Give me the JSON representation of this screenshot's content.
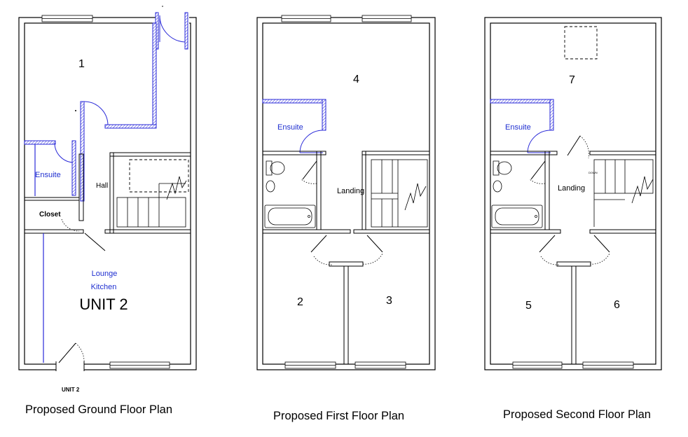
{
  "ground_floor": {
    "room_1": "1",
    "ensuite": "Ensuite",
    "hall": "Hall",
    "closet": "Closet",
    "lounge": "Lounge",
    "kitchen": "Kitchen",
    "unit_title": "UNIT 2",
    "unit_small": "UNIT 2",
    "caption": "Proposed Ground Floor Plan"
  },
  "first_floor": {
    "room_4": "4",
    "room_2": "2",
    "room_3": "3",
    "ensuite": "Ensuite",
    "landing": "Landing",
    "caption": "Proposed First Floor Plan"
  },
  "second_floor": {
    "room_7": "7",
    "room_5": "5",
    "room_6": "6",
    "ensuite": "Ensuite",
    "landing": "Landing",
    "stair_note": "DOWN",
    "caption": "Proposed Second Floor Plan"
  },
  "colors": {
    "partition_blue": "#2a2ad8",
    "label_blue": "#1f2fd0",
    "wall": "#000000"
  }
}
